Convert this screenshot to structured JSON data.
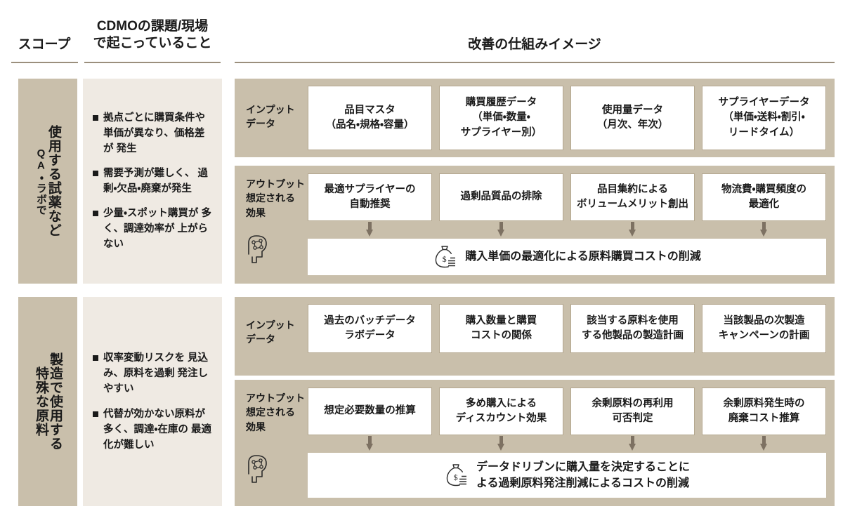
{
  "header": {
    "scope": "スコープ",
    "issue": "CDMOの課題/現場\nで起こっていること",
    "mechanism": "改善の仕組みイメージ"
  },
  "colors": {
    "panel_beige": "#C9BFAB",
    "issue_cream": "#EFEAE3",
    "box_border": "#B4A78F",
    "arrow": "#7D7162",
    "rule": "#9B8F7D",
    "text": "#1A1A1A"
  },
  "labels": {
    "input": "インプット\nデータ",
    "output": "アウトプット\n想定される\n効果"
  },
  "bands": [
    {
      "scope_main": "使用する試薬など",
      "scope_sub": "QA・ラボで",
      "issues": [
        "拠点ごとに購買条件や\n単価が異なり、価格差が\n発生",
        "需要予測が難しく、\n過剰・欠品・廃棄が発生",
        "少量・スポット購買が\n多く、調達効率が\n上がらない"
      ],
      "inputs": [
        "品目マスタ\n（品名・規格・容量）",
        "購買履歴データ\n（単価・数量・\nサプライヤー別）",
        "使用量データ\n（月次、年次）",
        "サプライヤーデータ\n（単価・送料・割引・\nリードタイム）"
      ],
      "outputs": [
        "最適サプライヤーの\n自動推奨",
        "過剰品質品の排除",
        "品目集約による\nボリュームメリット創出",
        "物流費・購買頻度の\n最適化"
      ],
      "summary": "購入単価の最適化による原料購買コストの削減"
    },
    {
      "scope_main": "製造で使用する",
      "scope_sub": "特殊な原料",
      "issues": [
        "収率変動リスクを\n見込み、原料を過剰\n発注しやすい",
        "代替が効かない原料が\n多く、調達・在庫の\n最適化が難しい"
      ],
      "inputs": [
        "過去のバッチデータ\nラボデータ",
        "購入数量と購買\nコストの関係",
        "該当する原料を使用\nする他製品の製造計画",
        "当該製品の次製造\nキャンペーンの計画"
      ],
      "outputs": [
        "想定必要数量の推算",
        "多め購入による\nディスカウント効果",
        "余剰原料の再利用\n可否判定",
        "余剰原料発生時の\n廃棄コスト推算"
      ],
      "summary": "データドリブンに購入量を決定することに\nよる過剰原料発注削減によるコストの削減"
    }
  ]
}
